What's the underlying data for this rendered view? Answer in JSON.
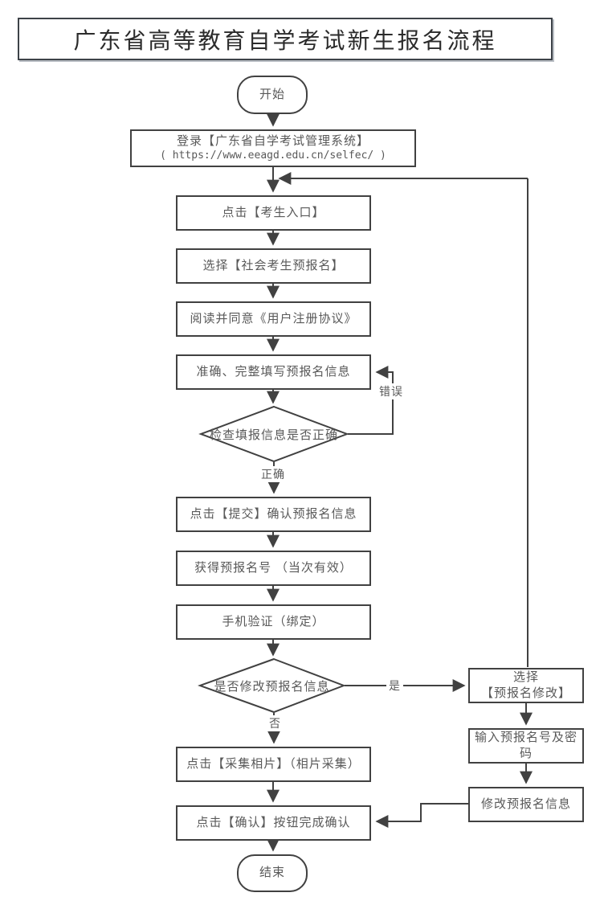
{
  "title": "广东省高等教育自学考试新生报名流程",
  "flow": {
    "start": "开始",
    "login_line1": "登录【广东省自学考试管理系统】",
    "login_line2": "( https://www.eeagd.edu.cn/selfec/ )",
    "step_candidate_entrance": "点击【考生入口】",
    "step_select_preregister": "选择【社会考生预报名】",
    "step_agreement": "阅读并同意《用户注册协议》",
    "step_fill_info": "准确、完整填写预报名信息",
    "decision_check_info": "检查填报信息是否正确",
    "step_submit": "点击【提交】确认预报名信息",
    "step_get_number": "获得预报名号 （当次有效）",
    "step_phone_verify": "手机验证（绑定）",
    "decision_modify": "是否修改预报名信息",
    "step_photo": "点击【采集相片】（相片采集）",
    "step_confirm": "点击【确认】按钮完成确认",
    "end": "结束",
    "side_select_modify_line1": "选择",
    "side_select_modify_line2": "【预报名修改】",
    "side_input_credentials": "输入预报名号及密码",
    "side_modify_info": "修改预报名信息"
  },
  "edge_labels": {
    "error": "错误",
    "correct": "正确",
    "yes": "是",
    "no": "否"
  },
  "colors": {
    "line": "#414141",
    "box_border": "#414141",
    "text": "#595959",
    "title_text": "#2b2b2b",
    "background": "#ffffff"
  }
}
